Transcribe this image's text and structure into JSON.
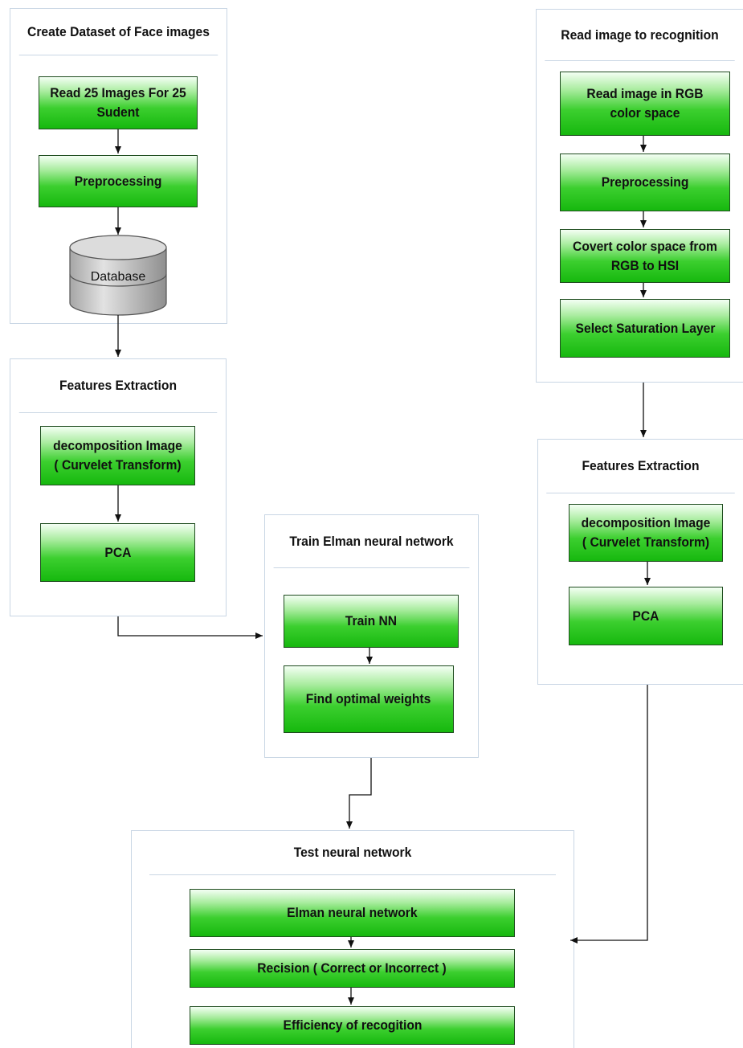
{
  "left_top_panel": {
    "title": "Create Dataset of Face images",
    "steps": [
      "Read 25 Images For 25 Sudent",
      "Preprocessing"
    ],
    "database_label": "Database"
  },
  "left_features_panel": {
    "title": "Features Extraction",
    "steps": [
      "decomposition  Image ( Curvelet  Transform)",
      "PCA"
    ]
  },
  "train_panel": {
    "title": "Train Elman neural network",
    "steps": [
      "Train NN",
      "Find optimal weights"
    ]
  },
  "right_top_panel": {
    "title": "Read image to recognition",
    "steps": [
      "Read image in RGB color space",
      "Preprocessing",
      "Covert color space from RGB to HSI",
      "Select Saturation Layer"
    ]
  },
  "right_features_panel": {
    "title": "Features Extraction",
    "steps": [
      "decomposition  Image ( Curvelet  Transform)",
      "PCA"
    ]
  },
  "test_panel": {
    "title": "Test neural network",
    "steps": [
      "Elman neural network",
      "Recision ( Correct or Incorrect )",
      "Efficiency of recogition"
    ]
  },
  "colors": {
    "box_gradient_top": "#f4fff4",
    "box_gradient_bottom": "#16b80e",
    "box_border": "#1f4d1f",
    "panel_border": "#c9d6e4",
    "database": "#c8c8c8"
  }
}
